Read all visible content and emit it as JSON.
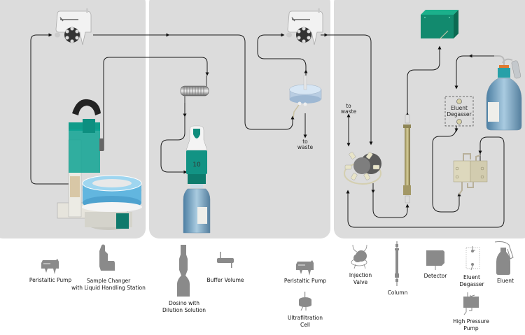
{
  "diagram": {
    "title": "Inline ultrafiltration and dilution with ion chromatography",
    "panels": [
      {
        "id": "sample-preparation",
        "components": [
          "Peristaltic Pump",
          "Sample Changer with Liquid Handling Station"
        ]
      },
      {
        "id": "dilution-filtration",
        "components": [
          "Buffer Volume",
          "Dosino with Dilution Solution",
          "Peristaltic Pump",
          "Ultrafiltration Cell"
        ]
      },
      {
        "id": "ion-chromatography",
        "components": [
          "Injection Valve",
          "Column",
          "Detector",
          "Eluent Degasser",
          "Eluent",
          "High Pressure Pump"
        ]
      }
    ],
    "labels": {
      "waste_mid": "to\nwaste",
      "waste_mid_l1": "to",
      "waste_mid_l2": "waste",
      "waste_right_l1": "to",
      "waste_right_l2": "waste",
      "degasser_l1": "Eluent",
      "degasser_l2": "Degasser",
      "dosino_number": "10"
    },
    "colors": {
      "panel": "#dcdcdc",
      "teal": "#0f8c7c",
      "detector": "#128a6e",
      "legend_icon": "#8a8a8a",
      "line": "#1a1a1a"
    }
  },
  "legend": [
    {
      "id": "peristaltic-pump-1",
      "label_l1": "Peristaltic Pump",
      "label_l2": ""
    },
    {
      "id": "sample-changer",
      "label_l1": "Sample Changer",
      "label_l2": "with Liquid Handling Station"
    },
    {
      "id": "dosino",
      "label_l1": "Dosino with",
      "label_l2": "Dilution Solution"
    },
    {
      "id": "buffer-volume",
      "label_l1": "Buffer Volume",
      "label_l2": ""
    },
    {
      "id": "peristaltic-pump-2",
      "label_l1": "Peristaltic Pump",
      "label_l2": ""
    },
    {
      "id": "ultrafiltration-cell",
      "label_l1": "Ultrafiltration",
      "label_l2": "Cell"
    },
    {
      "id": "injection-valve",
      "label_l1": "Injection",
      "label_l2": "Valve"
    },
    {
      "id": "column",
      "label_l1": "Column",
      "label_l2": ""
    },
    {
      "id": "detector",
      "label_l1": "Detector",
      "label_l2": ""
    },
    {
      "id": "eluent-degasser",
      "label_l1": "Eluent",
      "label_l2": "Degasser"
    },
    {
      "id": "eluent",
      "label_l1": "Eluent",
      "label_l2": ""
    },
    {
      "id": "high-pressure-pump",
      "label_l1": "High Pressure",
      "label_l2": "Pump"
    }
  ]
}
